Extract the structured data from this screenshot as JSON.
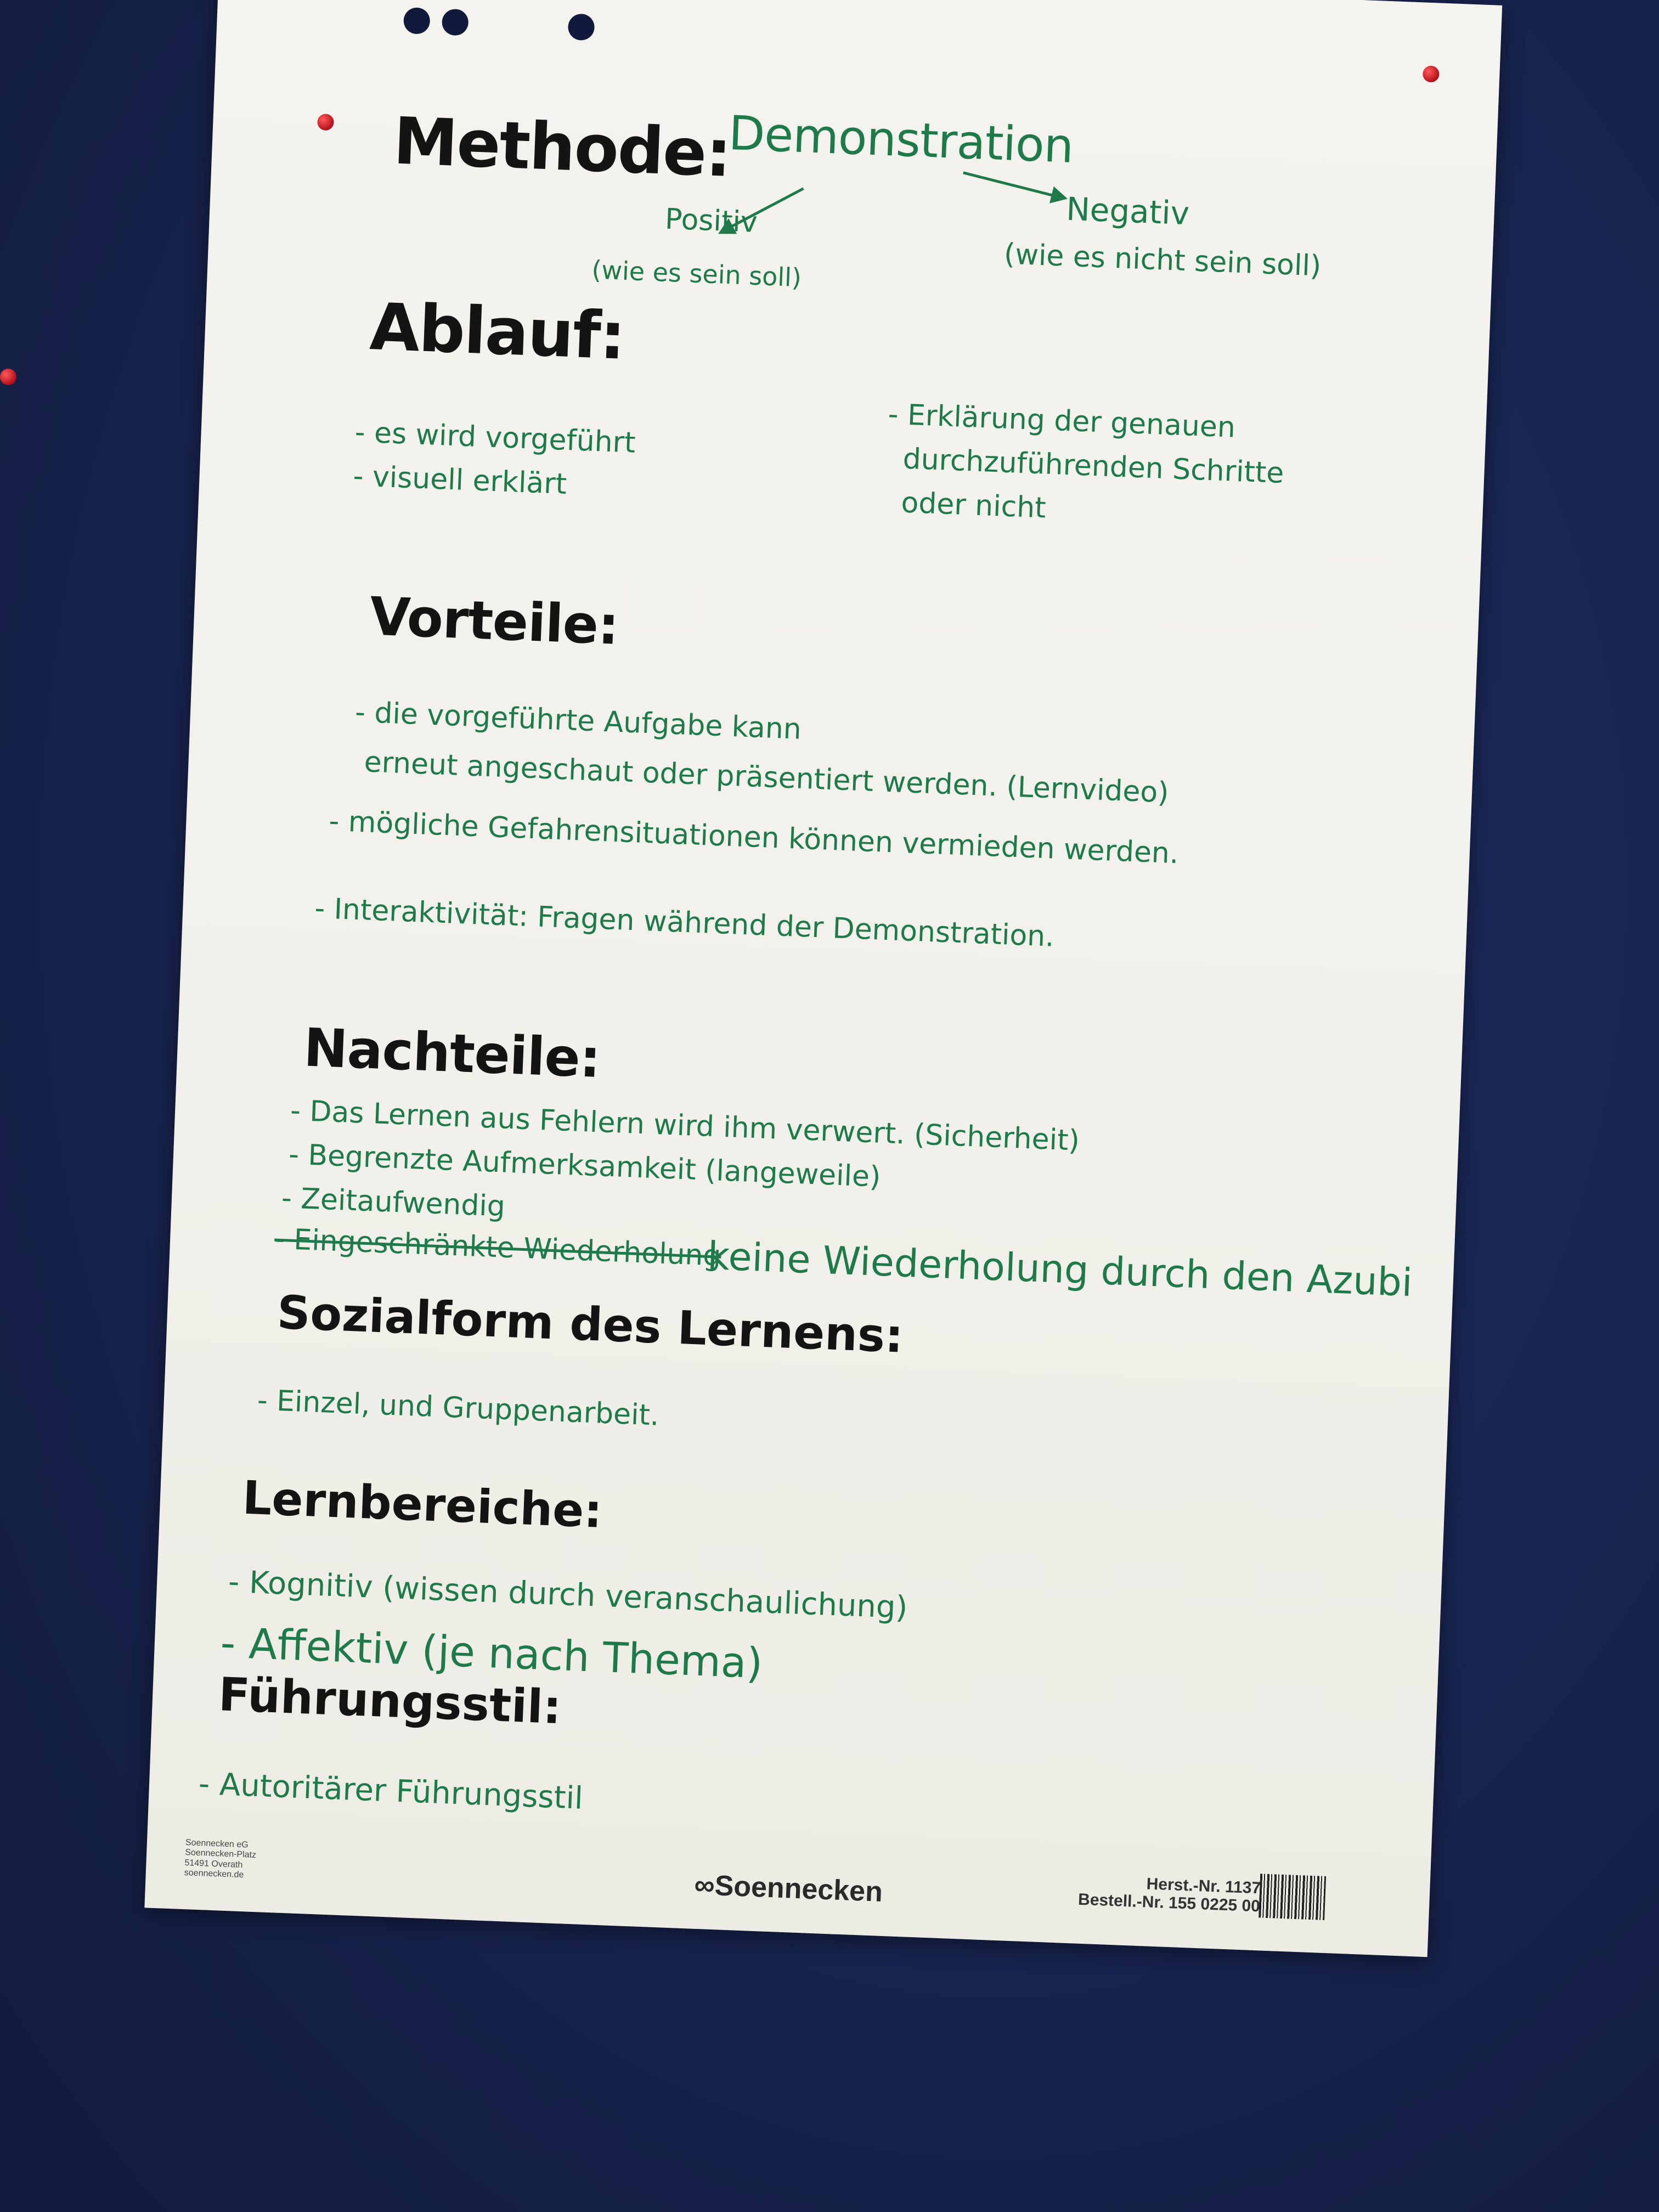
{
  "sheet": {
    "header": {
      "methode_label": "Methode:",
      "methode_value": "Demonstration",
      "positiv": "Positiv",
      "positiv_note": "(wie es sein soll)",
      "negativ": "Negativ",
      "negativ_note": "(wie es nicht sein soll)"
    },
    "ablauf": {
      "title": "Ablauf:",
      "left": [
        "- es wird vorgeführt",
        "- visuell erklärt"
      ],
      "right": [
        "- Erklärung der genauen",
        "durchzuführenden Schritte",
        "oder nicht"
      ]
    },
    "vorteile": {
      "title": "Vorteile:",
      "items": [
        "- die vorgeführte Aufgabe kann",
        "erneut angeschaut oder präsentiert werden. (Lernvideo)",
        "- mögliche Gefahrensituationen können vermieden werden.",
        "- Interaktivität: Fragen während der Demonstration."
      ]
    },
    "nachteile": {
      "title": "Nachteile:",
      "items": [
        "- Das Lernen aus Fehlern wird ihm verwert. (Sicherheit)",
        "- Begrenzte Aufmerksamkeit (langeweile)",
        "- Zeitaufwendig"
      ],
      "struck": "- Eingeschränkte Wiederholung",
      "correction": "keine Wiederholung durch den Azubi"
    },
    "sozialform": {
      "title": "Sozialform des Lernens:",
      "items": [
        "- Einzel, und Gruppenarbeit."
      ]
    },
    "lernbereiche": {
      "title": "Lernbereiche:",
      "items": [
        "- Kognitiv (wissen durch veranschaulichung)",
        "- Affektiv (je nach Thema)"
      ]
    },
    "fuehrungsstil": {
      "title": "Führungsstil:",
      "items": [
        "- Autoritärer Führungsstil"
      ]
    },
    "footer": {
      "imprint": [
        "Soennecken eG",
        "Soennecken-Platz",
        "51491 Overath",
        "soennecken.de"
      ],
      "brand": "Soennecken",
      "herst": "Herst.-Nr. 1137",
      "bestell": "Bestell.-Nr. 155 0225 00"
    }
  },
  "colors": {
    "board": "#18234e",
    "paper": "#f3f2ec",
    "ink_black": "#141414",
    "ink_green": "#1f7a4a",
    "pin": "#c8141e"
  }
}
